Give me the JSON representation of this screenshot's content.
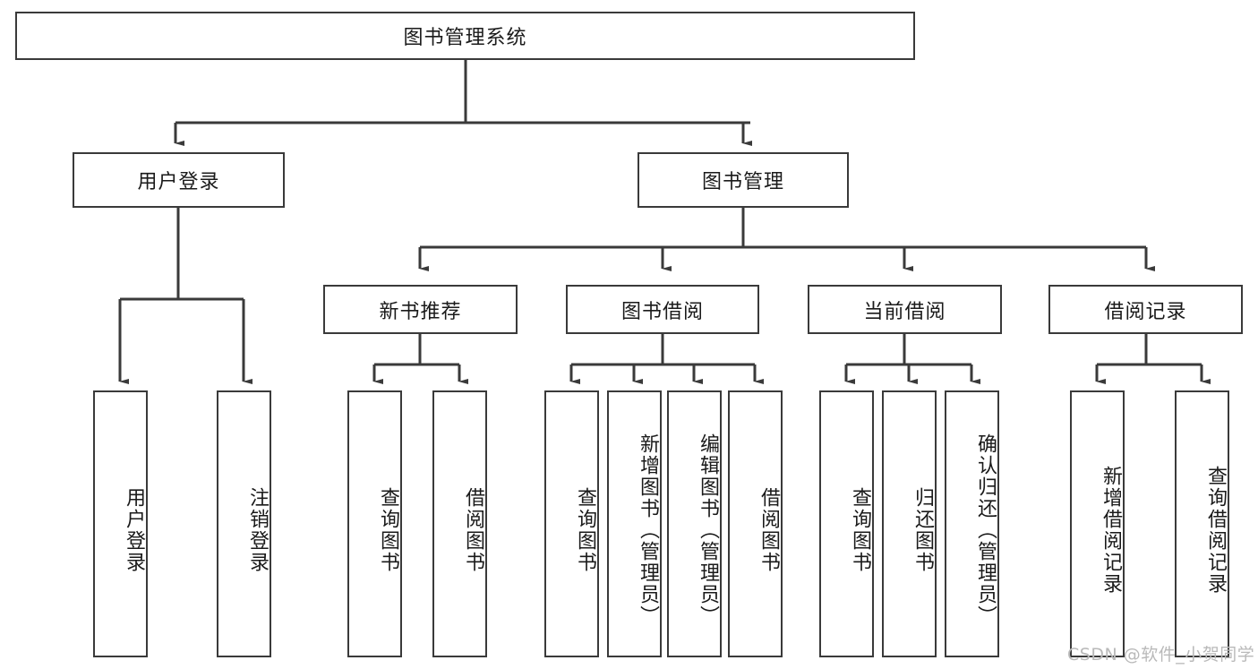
{
  "diagram": {
    "type": "tree-hierarchy",
    "title": "图书管理系统",
    "root": {
      "id": "root",
      "label": "图书管理系统"
    },
    "level1": [
      {
        "id": "user-login",
        "label": "用户登录"
      },
      {
        "id": "book-manage",
        "label": "图书管理"
      }
    ],
    "level2": [
      {
        "id": "new-book-rec",
        "label": "新书推荐",
        "parent": "book-manage"
      },
      {
        "id": "book-borrow",
        "label": "图书借阅",
        "parent": "book-manage"
      },
      {
        "id": "current-borrow",
        "label": "当前借阅",
        "parent": "book-manage"
      },
      {
        "id": "borrow-record",
        "label": "借阅记录",
        "parent": "book-manage"
      }
    ],
    "leaves": [
      {
        "id": "leaf-user-login",
        "label": "用户登录",
        "parent": "user-login"
      },
      {
        "id": "leaf-logout",
        "label": "注销登录",
        "parent": "user-login"
      },
      {
        "id": "leaf-query-book-1",
        "label": "查询图书",
        "parent": "new-book-rec"
      },
      {
        "id": "leaf-borrow-book-1",
        "label": "借阅图书",
        "parent": "new-book-rec"
      },
      {
        "id": "leaf-query-book-2",
        "label": "查询图书",
        "parent": "book-borrow"
      },
      {
        "id": "leaf-add-book",
        "label": "新增图书（管理员）",
        "parent": "book-borrow"
      },
      {
        "id": "leaf-edit-book",
        "label": "编辑图书（管理员）",
        "parent": "book-borrow"
      },
      {
        "id": "leaf-borrow-book-2",
        "label": "借阅图书",
        "parent": "book-borrow"
      },
      {
        "id": "leaf-query-book-3",
        "label": "查询图书",
        "parent": "current-borrow"
      },
      {
        "id": "leaf-return-book",
        "label": "归还图书",
        "parent": "current-borrow"
      },
      {
        "id": "leaf-confirm-return",
        "label": "确认归还（管理员）",
        "parent": "current-borrow"
      },
      {
        "id": "leaf-add-record",
        "label": "新增借阅记录",
        "parent": "borrow-record"
      },
      {
        "id": "leaf-query-record",
        "label": "查询借阅记录",
        "parent": "borrow-record"
      }
    ],
    "watermark": "CSDN @软件_小贺同学",
    "colors": {
      "stroke": "#3a3a3a",
      "box_fill": "#ffffff",
      "text": "#1a1a1a",
      "watermark": "#b9b9b9",
      "background": "#ffffff"
    }
  }
}
